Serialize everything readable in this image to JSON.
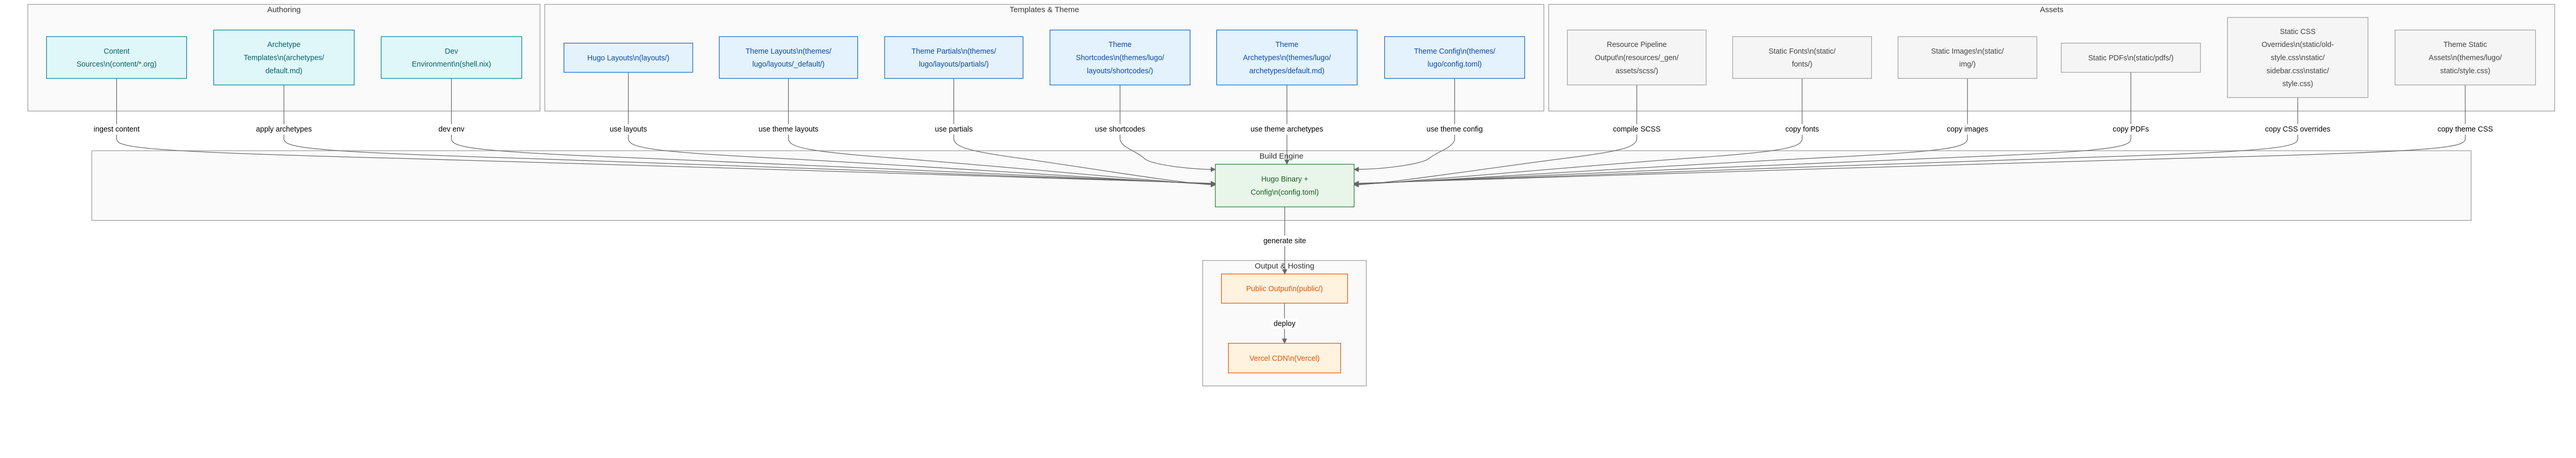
{
  "styles": {
    "authoring": {
      "fill": "#e0f7fa",
      "stroke": "#00838f",
      "text": "#006064"
    },
    "templates": {
      "fill": "#e3f2fd",
      "stroke": "#1565c0",
      "text": "#0d47a1"
    },
    "assets": {
      "fill": "#f5f5f5",
      "stroke": "#9e9e9e",
      "text": "#424242"
    },
    "build": {
      "fill": "#e8f5e9",
      "stroke": "#2e7d32",
      "text": "#1b5e20"
    },
    "output": {
      "fill": "#fff3e0",
      "stroke": "#e65100",
      "text": "#e65100"
    }
  },
  "clusters": [
    {
      "id": "authoring",
      "title": "Authoring"
    },
    {
      "id": "templates",
      "title": "Templates & Theme"
    },
    {
      "id": "assets",
      "title": "Assets"
    },
    {
      "id": "build",
      "title": "Build Engine"
    },
    {
      "id": "output",
      "title": "Output & Hosting"
    }
  ],
  "nodes": [
    {
      "id": "content",
      "style": "authoring",
      "lines": [
        "Content",
        "Sources\\n(content/*.org)"
      ]
    },
    {
      "id": "archetypes",
      "style": "authoring",
      "lines": [
        "Archetype",
        "Templates\\n(archetypes/",
        "default.md)"
      ]
    },
    {
      "id": "devenv",
      "style": "authoring",
      "lines": [
        "Dev",
        "Environment\\n(shell.nix)"
      ]
    },
    {
      "id": "layouts",
      "style": "templates",
      "lines": [
        "Hugo Layouts\\n(layouts/)"
      ]
    },
    {
      "id": "themelayouts",
      "style": "templates",
      "lines": [
        "Theme Layouts\\n(themes/",
        "lugo/layouts/_default/)"
      ]
    },
    {
      "id": "partials",
      "style": "templates",
      "lines": [
        "Theme Partials\\n(themes/",
        "lugo/layouts/partials/)"
      ]
    },
    {
      "id": "shortcodes",
      "style": "templates",
      "lines": [
        "Theme",
        "Shortcodes\\n(themes/lugo/",
        "layouts/shortcodes/)"
      ]
    },
    {
      "id": "themearch",
      "style": "templates",
      "lines": [
        "Theme",
        "Archetypes\\n(themes/lugo/",
        "archetypes/default.md)"
      ]
    },
    {
      "id": "themeconfig",
      "style": "templates",
      "lines": [
        "Theme Config\\n(themes/",
        "lugo/config.toml)"
      ]
    },
    {
      "id": "resources",
      "style": "assets",
      "lines": [
        "Resource Pipeline",
        "Output\\n(resources/_gen/",
        "assets/scss/)"
      ]
    },
    {
      "id": "fonts",
      "style": "assets",
      "lines": [
        "Static Fonts\\n(static/",
        "fonts/)"
      ]
    },
    {
      "id": "images",
      "style": "assets",
      "lines": [
        "Static Images\\n(static/",
        "img/)"
      ]
    },
    {
      "id": "pdfs",
      "style": "assets",
      "lines": [
        "Static PDFs\\n(static/pdfs/)"
      ]
    },
    {
      "id": "cssover",
      "style": "assets",
      "lines": [
        "Static CSS",
        "Overrides\\n(static/old-",
        "style.css\\nstatic/",
        "sidebar.css\\nstatic/",
        "style.css)"
      ]
    },
    {
      "id": "themestatic",
      "style": "assets",
      "lines": [
        "Theme Static",
        "Assets\\n(themes/lugo/",
        "static/style.css)"
      ]
    },
    {
      "id": "hugo",
      "style": "build",
      "lines": [
        "Hugo Binary +",
        "Config\\n(config.toml)"
      ]
    },
    {
      "id": "public",
      "style": "output",
      "lines": [
        "Public Output\\n(public/)"
      ]
    },
    {
      "id": "vercel",
      "style": "output",
      "lines": [
        "Vercel CDN\\n(Vercel)"
      ]
    }
  ],
  "edges": [
    {
      "from": "content",
      "to": "hugo",
      "label": "ingest content"
    },
    {
      "from": "archetypes",
      "to": "hugo",
      "label": "apply archetypes"
    },
    {
      "from": "devenv",
      "to": "hugo",
      "label": "dev env"
    },
    {
      "from": "layouts",
      "to": "hugo",
      "label": "use layouts"
    },
    {
      "from": "themelayouts",
      "to": "hugo",
      "label": "use theme layouts"
    },
    {
      "from": "partials",
      "to": "hugo",
      "label": "use partials"
    },
    {
      "from": "shortcodes",
      "to": "hugo",
      "label": "use shortcodes"
    },
    {
      "from": "themearch",
      "to": "hugo",
      "label": "use theme archetypes"
    },
    {
      "from": "themeconfig",
      "to": "hugo",
      "label": "use theme config"
    },
    {
      "from": "resources",
      "to": "hugo",
      "label": "compile SCSS"
    },
    {
      "from": "fonts",
      "to": "hugo",
      "label": "copy fonts"
    },
    {
      "from": "images",
      "to": "hugo",
      "label": "copy images"
    },
    {
      "from": "pdfs",
      "to": "hugo",
      "label": "copy PDFs"
    },
    {
      "from": "cssover",
      "to": "hugo",
      "label": "copy CSS overrides"
    },
    {
      "from": "themestatic",
      "to": "hugo",
      "label": "copy theme CSS"
    },
    {
      "from": "hugo",
      "to": "public",
      "label": "generate site"
    },
    {
      "from": "public",
      "to": "vercel",
      "label": "deploy"
    }
  ]
}
